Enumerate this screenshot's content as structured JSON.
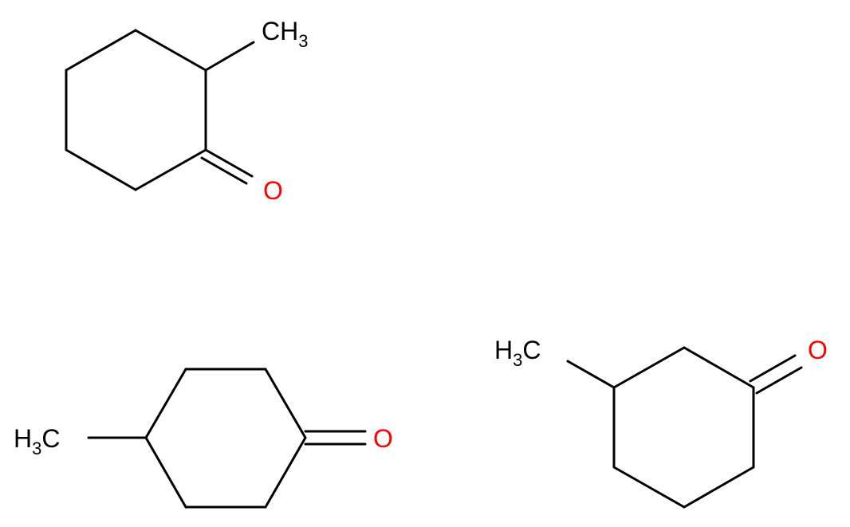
{
  "molecules": [
    {
      "methyl": {
        "main": "CH",
        "sub": "3"
      },
      "oxygen": "O"
    },
    {
      "methyl": {
        "main": "H",
        "sub": "3",
        "tail": "C"
      },
      "oxygen": "O"
    },
    {
      "methyl": {
        "main": "H",
        "sub": "3",
        "tail": "C"
      },
      "oxygen": "O"
    }
  ],
  "colors": {
    "bond": "#000000",
    "carbon_label": "#000000",
    "oxygen_label": "#ff0000"
  }
}
